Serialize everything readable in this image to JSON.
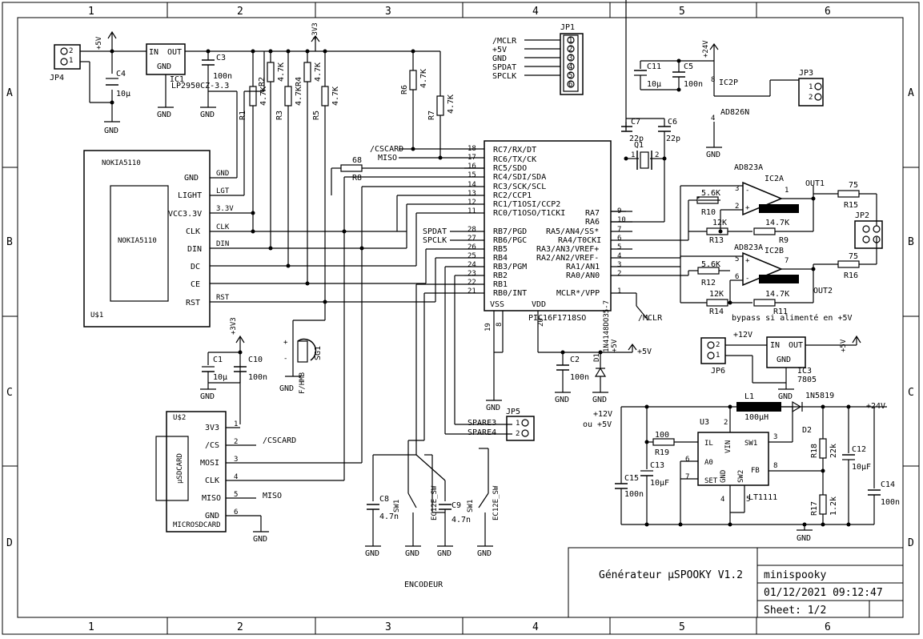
{
  "frame": {
    "col_labels": [
      "1",
      "2",
      "3",
      "4",
      "5",
      "6"
    ],
    "row_labels": [
      "A",
      "B",
      "C",
      "D"
    ]
  },
  "title_block": {
    "title": "Générateur µSPOOKY V1.2",
    "project": "minispooky",
    "datetime": "01/12/2021 09:12:47",
    "sheet": "Sheet: 1/2"
  },
  "parts": {
    "jp4": "JP4",
    "c4": "C4",
    "c4_val": "10µ",
    "ic1": "IC1",
    "ic1_val": "LP2950CZ-3.3",
    "ic1_in": "IN",
    "ic1_out": "OUT",
    "ic1_gnd": "GND",
    "c3": "C3",
    "c3_val": "100n",
    "r1": "R1",
    "r2": "R2",
    "r3": "R3",
    "r4": "R4",
    "r5": "R5",
    "r6": "R6",
    "r7": "R7",
    "r8": "R8",
    "r8_val": "68",
    "r47": "4.7K",
    "jp1": "JP1",
    "jp1_pins": [
      "/MCLR",
      "+5V",
      "GND",
      "SPDAT",
      "SPCLK"
    ],
    "c11": "C11",
    "c11_val": "10µ",
    "c5": "C5",
    "c5_val": "100n",
    "ic2p": "IC2P",
    "ad826": "AD826N",
    "jp3": "JP3",
    "c7": "C7",
    "c6": "C6",
    "c22p": "22p",
    "q1": "Q1",
    "nokia_title": "NOKIA5110",
    "nokia_inner": "NOKIA5110",
    "us1": "U$1",
    "nokia_pins": [
      "GND",
      "LIGHT",
      "VCC3.3V",
      "CLK",
      "DIN",
      "DC",
      "CE",
      "RST"
    ],
    "nokia_nets": [
      "GND",
      "LGT",
      "3.3V",
      "CLK",
      "DIN",
      "",
      "",
      "RST"
    ],
    "pic": "PIC16F1718SO",
    "pic_left": [
      "RC7/RX/DT",
      "RC6/TX/CK",
      "RC5/SDO",
      "RC4/SDI/SDA",
      "RC3/SCK/SCL",
      "RC2/CCP1",
      "RC1/T1OSI/CCP2",
      "RC0/T1OSO/T1CKI",
      "",
      "RB7/PGD",
      "RB6/PGC",
      "RB5",
      "RB4",
      "RB3/PGM",
      "RB2",
      "RB1",
      "RB0/INT"
    ],
    "pic_left_nums": [
      "18",
      "17",
      "16",
      "15",
      "14",
      "13",
      "12",
      "11",
      "",
      "28",
      "27",
      "26",
      "25",
      "24",
      "23",
      "22",
      "21"
    ],
    "pic_right": [
      "RA7",
      "RA6",
      "RA5/AN4/SS*",
      "RA4/T0CKI",
      "RA3/AN3/VREF+",
      "RA2/AN2/VREF-",
      "RA1/AN1",
      "RA0/AN0",
      "",
      "MCLR*/VPP"
    ],
    "pic_right_nums": [
      "9",
      "10",
      "7",
      "6",
      "5",
      "4",
      "3",
      "2",
      "",
      "1"
    ],
    "pic_vss": "VSS",
    "pic_vdd": "VDD",
    "pic_19": "19",
    "pic_8": "8",
    "pic_20": "20",
    "cscard": "/CSCARD",
    "miso": "MISO",
    "spdat": "SPDAT",
    "spclk": "SPCLK",
    "mclr": "/MCLR",
    "ic2a": "IC2A",
    "ic2b": "IC2B",
    "ad823a": "AD823A",
    "r10": "R10",
    "r10_val": "5.6K",
    "r12": "R12",
    "r12_val": "5.6K",
    "r13": "R13",
    "r13_val": "12K",
    "r14": "R14",
    "r14_val": "12K",
    "r9": "R9",
    "r9_val": "14.7K",
    "r11": "R11",
    "r11_val": "14.7K",
    "r15": "R15",
    "r15_val": "75",
    "r16": "R16",
    "r16_val": "75",
    "out1": "OUT1",
    "out2": "OUT2",
    "jp2": "JP2",
    "bypass": "bypass si alimenté en +5V",
    "jp6": "JP6",
    "ic3": "IC3",
    "ic3_val": "7805",
    "ic3_in": "IN",
    "ic3_out": "OUT",
    "ic3_gnd": "GND",
    "sg1": "SG1",
    "fhmb": "F/HMB",
    "c1": "C1",
    "c1_val": "10µ",
    "c10": "C10",
    "c10_val": "100n",
    "c2": "C2",
    "c2_val": "100n",
    "d1": "D1",
    "d1_val": "1N4148DO35-7",
    "us2": "U$2",
    "sd_pins": [
      "3V3",
      "/CS",
      "MOSI",
      "CLK",
      "MISO",
      "GND"
    ],
    "sd_nums": [
      "1",
      "2",
      "3",
      "4",
      "5",
      "6"
    ],
    "usdcard": "µSDCARD",
    "microsdcard": "MICROSDCARD",
    "jp5": "JP5",
    "spare3": "SPARE3",
    "spare4": "SPARE4",
    "c8": "C8",
    "c8_val": "4.7n",
    "c9": "C9",
    "c9_val": "4.7n",
    "sw1": "SW1",
    "ec12e": "EC12E_SW",
    "encodeur": "ENCODEUR",
    "l1": "L1",
    "l1_val": "100µH",
    "d2": "D2",
    "d2_val": "1N5819",
    "u3": "U3",
    "u3_val": "LT1111",
    "u3_pins": [
      "IL",
      "VIN",
      "SW1",
      "A0",
      "SET",
      "GND",
      "SW2",
      "FB"
    ],
    "r19": "R19",
    "r19_val": "100",
    "c13": "C13",
    "c13_val": "10µF",
    "c15": "C15",
    "c15_val": "100n",
    "r18": "R18",
    "r18_val": "22k",
    "r17": "R17",
    "r17_val": "1.2k",
    "c12": "C12",
    "c12_val": "10µF",
    "c14": "C14",
    "c14_val": "100n",
    "in_label": "+12V\nou +5V"
  },
  "nets": {
    "p5v": "+5V",
    "p3v3": "+3V3",
    "p24v": "+24V",
    "p12v": "+12V",
    "gnd": "GND"
  }
}
